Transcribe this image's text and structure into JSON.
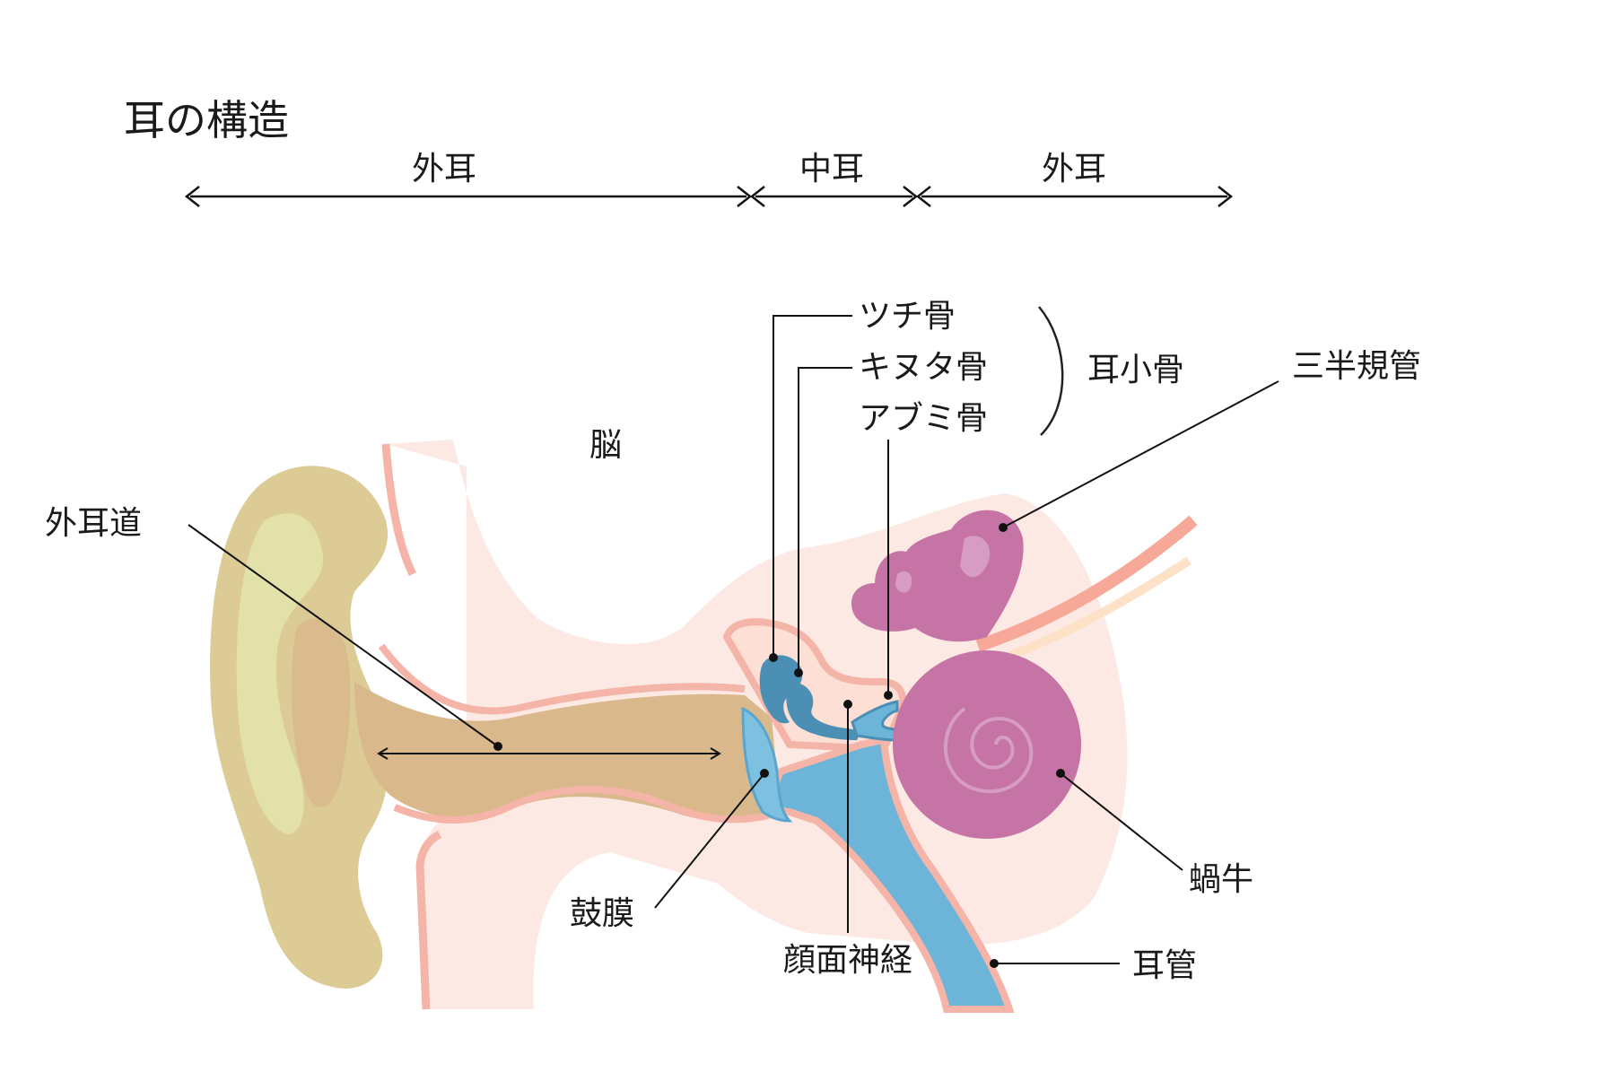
{
  "title": "耳の構造",
  "sections": {
    "outer": "外耳",
    "middle": "中耳",
    "inner": "外耳"
  },
  "labels": {
    "brain": "脳",
    "ear_canal": "外耳道",
    "malleus": "ツチ骨",
    "incus": "キヌタ骨",
    "stapes": "アブミ骨",
    "ossicles": "耳小骨",
    "semicircular_canals": "三半規管",
    "cochlea": "蝸牛",
    "eardrum": "鼓膜",
    "facial_nerve": "顔面神経",
    "eustachian_tube": "耳管"
  },
  "colors": {
    "pinna": "#dccb95",
    "pinna_inner": "#e3e1aa",
    "canal": "#d9b98c",
    "skin_outline": "#f5b4a8",
    "tissue": "#fde9e3",
    "bone_area": "#fddfd6",
    "blue": "#6cb4d8",
    "blue_dark": "#4c8fb5",
    "cochlea": "#c674a6",
    "cochlea_light": "#d69cc2",
    "nerve": "#f7a898"
  }
}
